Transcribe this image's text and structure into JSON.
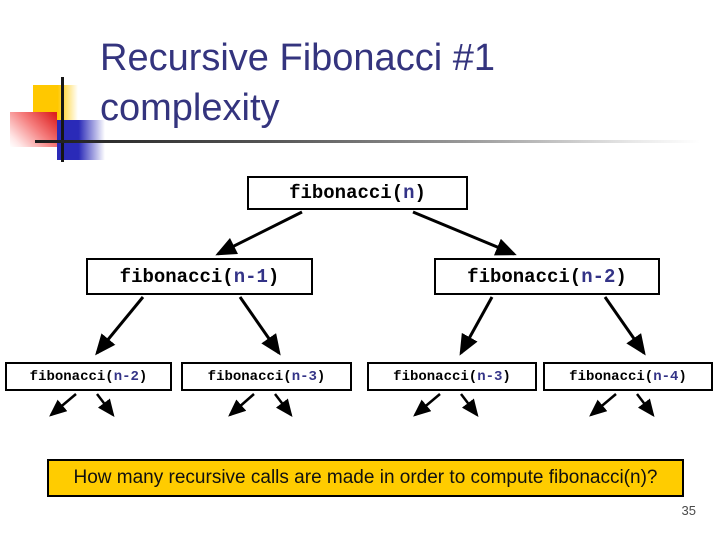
{
  "slide": {
    "title_line1": "Recursive Fibonacci #1",
    "title_line2": "complexity",
    "page_number": "35"
  },
  "tree": {
    "root": {
      "prefix": "fibonacci(",
      "arg": "n",
      "suffix": ")"
    },
    "level2": {
      "left": {
        "prefix": "fibonacci(",
        "arg": "n-1",
        "suffix": ")"
      },
      "right": {
        "prefix": "fibonacci(",
        "arg": "n-2",
        "suffix": ")"
      }
    },
    "level3": {
      "a": {
        "prefix": "fibonacci(",
        "arg": "n-2",
        "suffix": ")"
      },
      "b": {
        "prefix": "fibonacci(",
        "arg": "n-3",
        "suffix": ")"
      },
      "c": {
        "prefix": "fibonacci(",
        "arg": "n-3",
        "suffix": ")"
      },
      "d": {
        "prefix": "fibonacci(",
        "arg": "n-4",
        "suffix": ")"
      }
    }
  },
  "question": {
    "text": "How many recursive calls are made in order to compute fibonacci(n)?"
  },
  "colors": {
    "title_text": "#34347e",
    "argument_text": "#333387",
    "question_background": "#ffcc00",
    "question_border": "#000000",
    "ornament_yellow": "#ffc800",
    "ornament_red": "#dd2020",
    "ornament_blue": "#2a2ab8"
  }
}
